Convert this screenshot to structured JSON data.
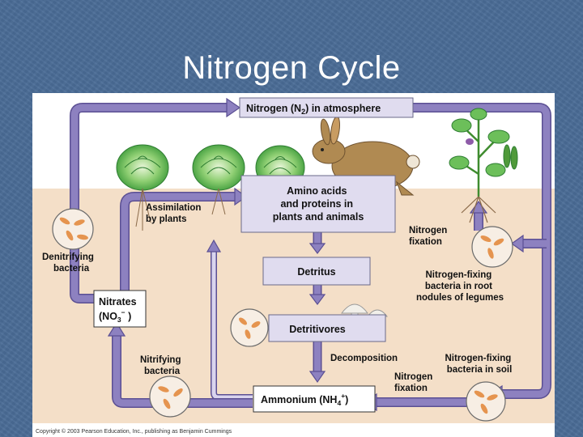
{
  "slide": {
    "title": "Nitrogen Cycle"
  },
  "diagram": {
    "atmosphere": {
      "pre": "Nitrogen (N",
      "sub": "2",
      "post": ") in atmosphere"
    },
    "amino": [
      "Amino acids",
      "and proteins in",
      "plants and animals"
    ],
    "detritus": "Detritus",
    "detritivores": "Detritivores",
    "nitrates": {
      "line1": "Nitrates",
      "pre": "(NO",
      "sub": "3",
      "sup": "−",
      "post": " )"
    },
    "ammonium": {
      "pre": "Ammonium (NH",
      "sub": "4",
      "sup": "+",
      "post": ")"
    },
    "assimilation": [
      "Assimilation",
      "by plants"
    ],
    "denitrifying": [
      "Denitrifying",
      "bacteria"
    ],
    "nitrifying": [
      "Nitrifying",
      "bacteria"
    ],
    "decomposition": "Decomposition",
    "nitrogen_fixation_top": [
      "Nitrogen",
      "fixation"
    ],
    "nitrogen_fixation_bottom": [
      "Nitrogen",
      "fixation"
    ],
    "root_bacteria": [
      "Nitrogen-fixing",
      "bacteria in root",
      "nodules of legumes"
    ],
    "soil_bacteria": [
      "Nitrogen-fixing",
      "bacteria in soil"
    ],
    "copyright": "Copyright © 2003 Pearson Education, Inc., publishing as Benjamin Cummings"
  },
  "colors": {
    "background": "#4a6c96",
    "arrow": "#8d81c0",
    "arrow_edge": "#5b4f93",
    "box": "#e0dcef",
    "soil": "#f4dfc8",
    "bacteria": "#e5944f"
  }
}
